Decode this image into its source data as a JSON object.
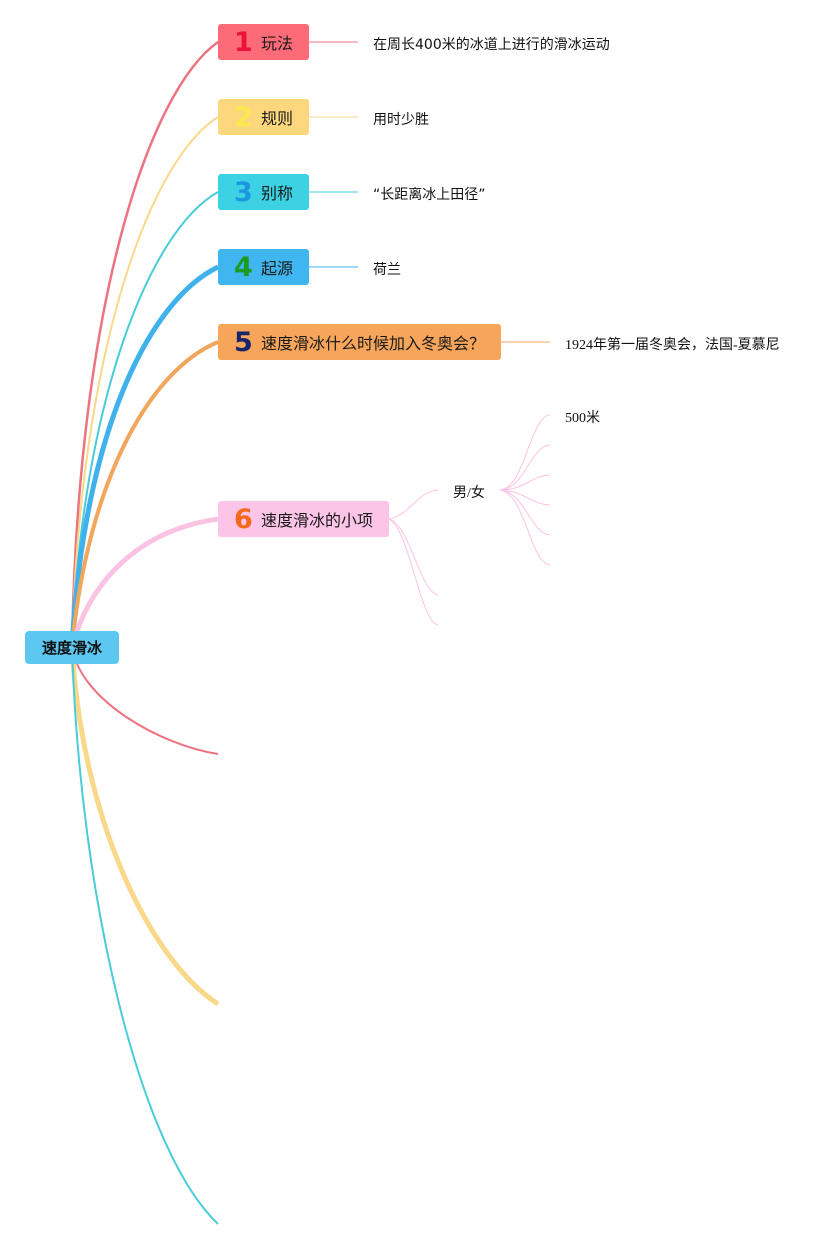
{
  "root": {
    "label": "速度滑冰"
  },
  "topics": [
    {
      "num": "1",
      "label": "玩法",
      "fill": "#fd6b78",
      "num_color": "#e8123b",
      "line": "#ec7480",
      "detail": "在周长400米的冰道上进行的滑冰运动"
    },
    {
      "num": "2",
      "label": "规则",
      "fill": "#fdd77d",
      "num_color": "#fbe84c",
      "line": "#f7d68e",
      "detail": "用时少胜"
    },
    {
      "num": "3",
      "label": "别称",
      "fill": "#3cd2e4",
      "num_color": "#1c96e0",
      "line": "#48ccd8",
      "detail": "“长距离冰上田径”"
    },
    {
      "num": "4",
      "label": "起源",
      "fill": "#3fb6ef",
      "num_color": "#1c9b20",
      "line": "#3fb1ec",
      "detail": "荷兰"
    },
    {
      "num": "5",
      "label": "速度滑冰什么时候加入冬奥会？",
      "fill": "#f7a55a",
      "num_color": "#17266a",
      "line": "#f2a65c",
      "detail": "1924年第一届冬奥会，法国-夏慕尼"
    },
    {
      "num": "6",
      "label": "速度滑冰的小项",
      "fill": "#fcc4e6",
      "num_color": "#f7681c",
      "line": "#fbc3e3",
      "children": [
        {
          "label": "男/女",
          "children": [
            "500米"
          ]
        }
      ]
    }
  ],
  "colors": {
    "branch_red": "#ec7480",
    "branch_yellow": "#f9d88a",
    "branch_cyan": "#48ccd8"
  }
}
